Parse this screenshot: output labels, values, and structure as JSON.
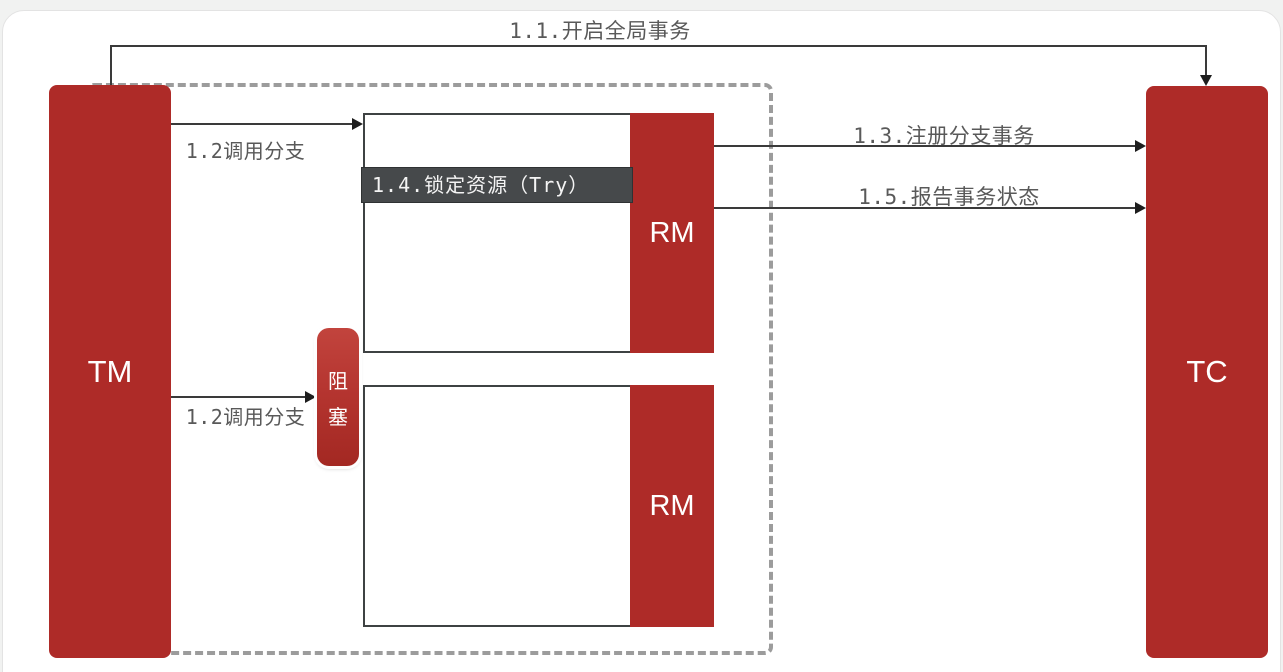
{
  "diagram": {
    "type": "sequence-flow-diagram",
    "colors": {
      "node_red": "#ae2b28",
      "badge_red_gradient_top": "#c2443d",
      "badge_red_gradient_bottom": "#a32822",
      "try_label_bg": "#46494b",
      "dashed_border": "#9c9c9c",
      "arrow_line": "#3a3a3a",
      "label_text": "#595959",
      "node_text": "#ffffff",
      "panel_bg": "#ffffff",
      "outer_bg": "#f1f2f1"
    },
    "nodes": {
      "tm": {
        "label": "TM"
      },
      "tc": {
        "label": "TC"
      },
      "rm1": {
        "label": "RM"
      },
      "rm2": {
        "label": "RM"
      },
      "block_badge": {
        "label": "阻塞",
        "char1": "阻",
        "char2": "塞"
      },
      "try_step": {
        "label": "1.4.锁定资源（Try）"
      }
    },
    "arrows": {
      "open_global_tx": {
        "label": "1.1.开启全局事务",
        "from": "TM",
        "to": "TC"
      },
      "call_branch_top": {
        "label": "1.2调用分支",
        "from": "TM",
        "to": "RM1"
      },
      "call_branch_bottom": {
        "label": "1.2调用分支",
        "from": "TM",
        "to": "block_badge"
      },
      "register_branch": {
        "label": "1.3.注册分支事务",
        "from": "RM1",
        "to": "TC"
      },
      "report_status": {
        "label": "1.5.报告事务状态",
        "from": "RM1",
        "to": "TC"
      }
    }
  }
}
